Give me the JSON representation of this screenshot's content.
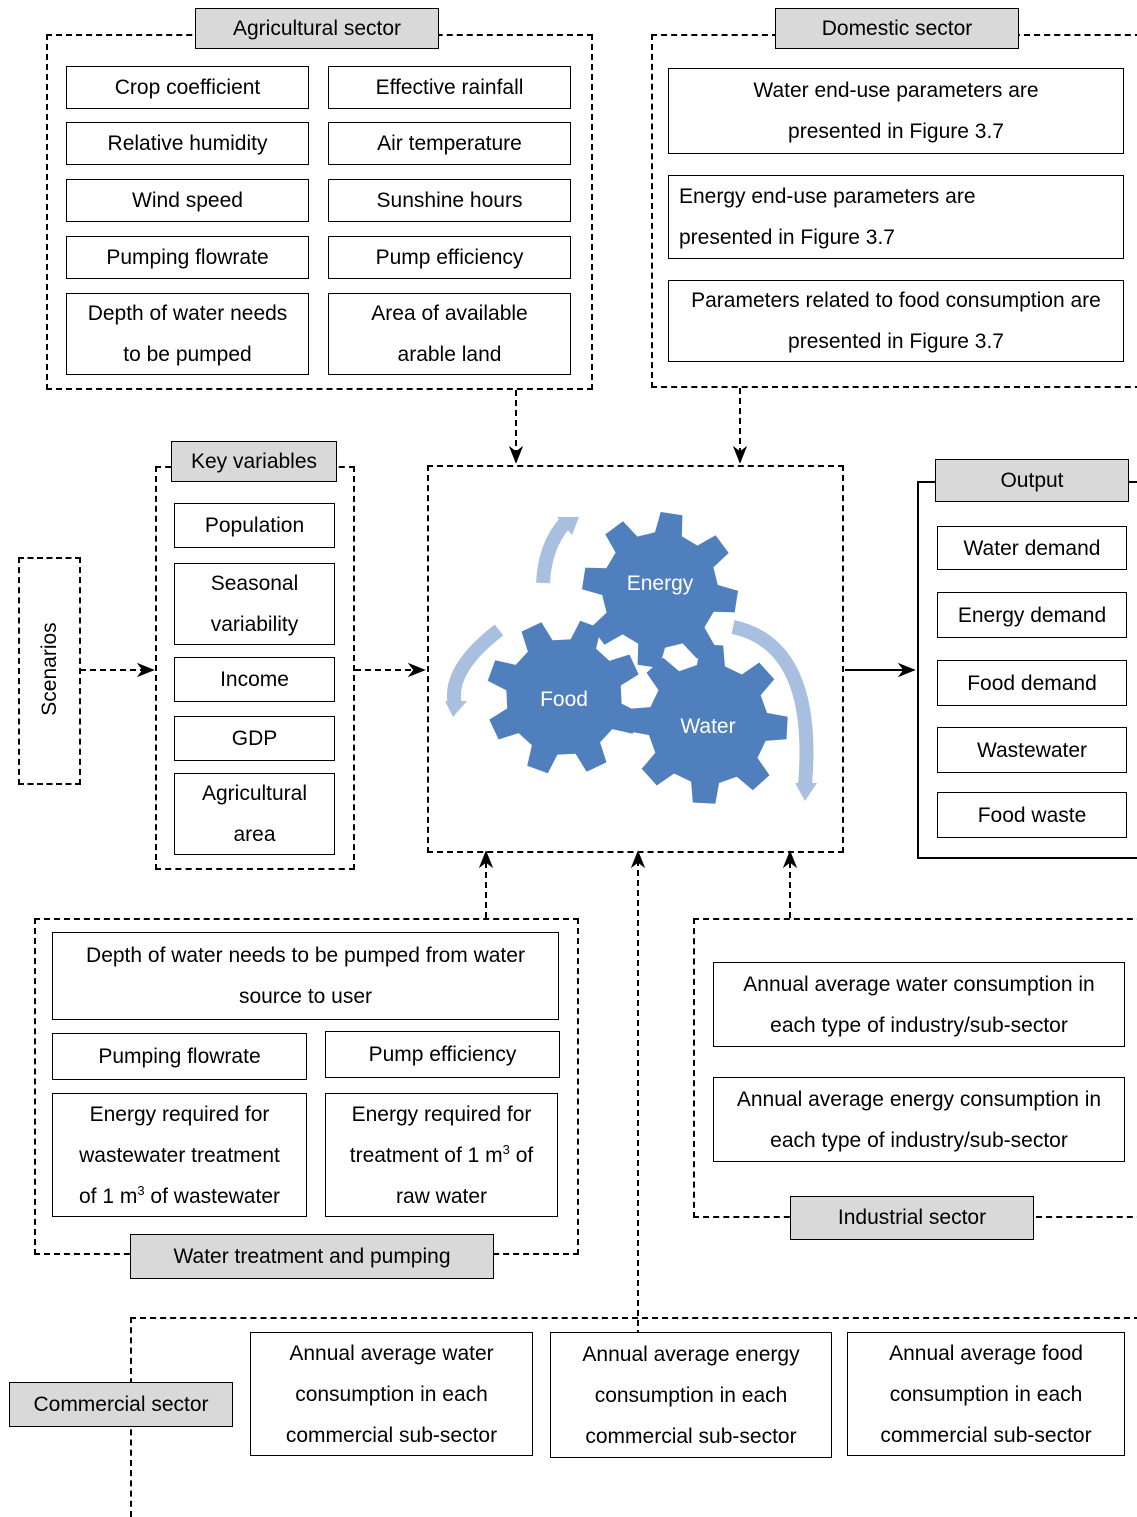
{
  "agricultural": {
    "header": "Agricultural sector",
    "items": [
      "Crop coefficient",
      "Effective rainfall",
      "Relative humidity",
      "Air temperature",
      "Wind speed",
      "Sunshine hours",
      "Pumping flowrate",
      "Pump efficiency",
      "Depth of water needs to be pumped",
      "Area of available arable land"
    ]
  },
  "domestic": {
    "header": "Domestic sector",
    "items": [
      "Water end-use parameters are presented in Figure 3.7",
      "Energy end-use parameters are presented in Figure 3.7",
      "Parameters related to food consumption are presented in Figure 3.7"
    ]
  },
  "key_variables": {
    "header": "Key variables",
    "items": [
      "Population",
      "Seasonal variability",
      "Income",
      "GDP",
      "Agricultural area"
    ]
  },
  "scenarios": {
    "label": "Scenarios"
  },
  "nexus": {
    "gears": [
      "Energy",
      "Food",
      "Water"
    ],
    "colors": {
      "gear": "#4f7fbc",
      "arrow": "#a9bfe0"
    }
  },
  "output": {
    "header": "Output",
    "items": [
      "Water demand",
      "Energy demand",
      "Food demand",
      "Wastewater",
      "Food waste"
    ]
  },
  "water_treatment": {
    "header": "Water treatment and pumping",
    "items": [
      "Depth of water needs to be pumped from water source to user",
      "Pumping flowrate",
      "Pump efficiency"
    ],
    "energy_ww": {
      "line1": "Energy required for",
      "line2": "wastewater treatment",
      "pre": "of 1 m",
      "sup": "3",
      "post": " of wastewater"
    },
    "energy_raw": {
      "line1": "Energy required for",
      "pre": "treatment of 1 m",
      "sup": "3",
      "post": " of",
      "line3": "raw water"
    }
  },
  "industrial": {
    "header": "Industrial sector",
    "items": [
      "Annual average water consumption in each type of industry/sub-sector",
      "Annual average energy consumption in each type of industry/sub-sector"
    ]
  },
  "commercial": {
    "header": "Commercial sector",
    "items": [
      "Annual average water consumption in each commercial sub-sector",
      "Annual average energy consumption in each commercial sub-sector",
      "Annual average food consumption in each commercial sub-sector"
    ]
  }
}
